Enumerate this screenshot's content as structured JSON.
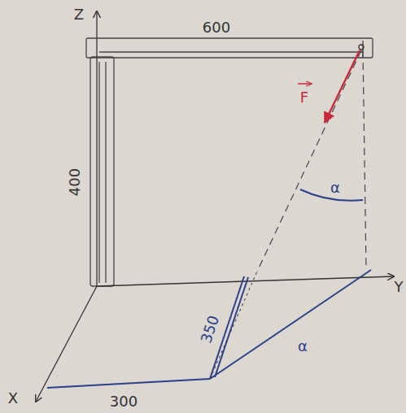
{
  "diagram": {
    "labels": [
      "Z",
      "600",
      "F",
      "400",
      "α",
      "Y",
      "350",
      "α",
      "X",
      "300"
    ]
  }
}
